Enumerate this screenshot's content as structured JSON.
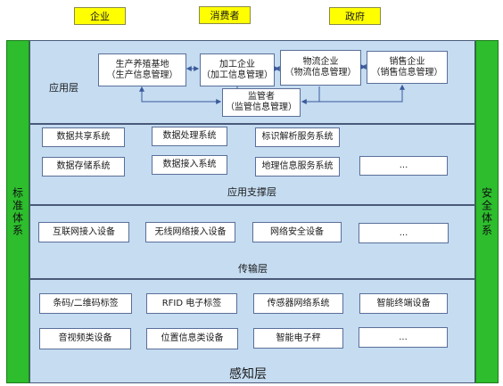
{
  "stakeholders": [
    "企业",
    "消费者",
    "政府"
  ],
  "side_left": "标准体系",
  "side_right": "安全体系",
  "application_layer": {
    "label": "应用层",
    "nodes": [
      {
        "line1": "生产养殖基地",
        "line2": "（生产信息管理）"
      },
      {
        "line1": "加工企业",
        "line2": "（加工信息管理）"
      },
      {
        "line1": "物流企业",
        "line2": "（物流信息管理）"
      },
      {
        "line1": "销售企业",
        "line2": "（销售信息管理）"
      }
    ],
    "supervisor": {
      "line1": "监管者",
      "line2": "（监管信息管理）"
    }
  },
  "support_layer": {
    "label": "应用支撑层",
    "row1": [
      "数据共享系统",
      "数据处理系统",
      "标识解析服务系统"
    ],
    "row2": [
      "数据存储系统",
      "数据接入系统",
      "地理信息服务系统",
      "..."
    ]
  },
  "transport_layer": {
    "label": "传输层",
    "items": [
      "互联网接入设备",
      "无线网络接入设备",
      "网络安全设备",
      "..."
    ]
  },
  "perception_layer": {
    "label": "感知层",
    "row1": [
      "条码/二维码标签",
      "RFID 电子标签",
      "传感器网络系统",
      "智能终端设备"
    ],
    "row2": [
      "音视频类设备",
      "位置信息类设备",
      "智能电子秤",
      "..."
    ]
  },
  "colors": {
    "layer_fill": "#c5dcf1",
    "side_fill": "#2dbd2d",
    "stakeholder_fill": "#ffff00",
    "arrow": "#3a5a9a"
  }
}
